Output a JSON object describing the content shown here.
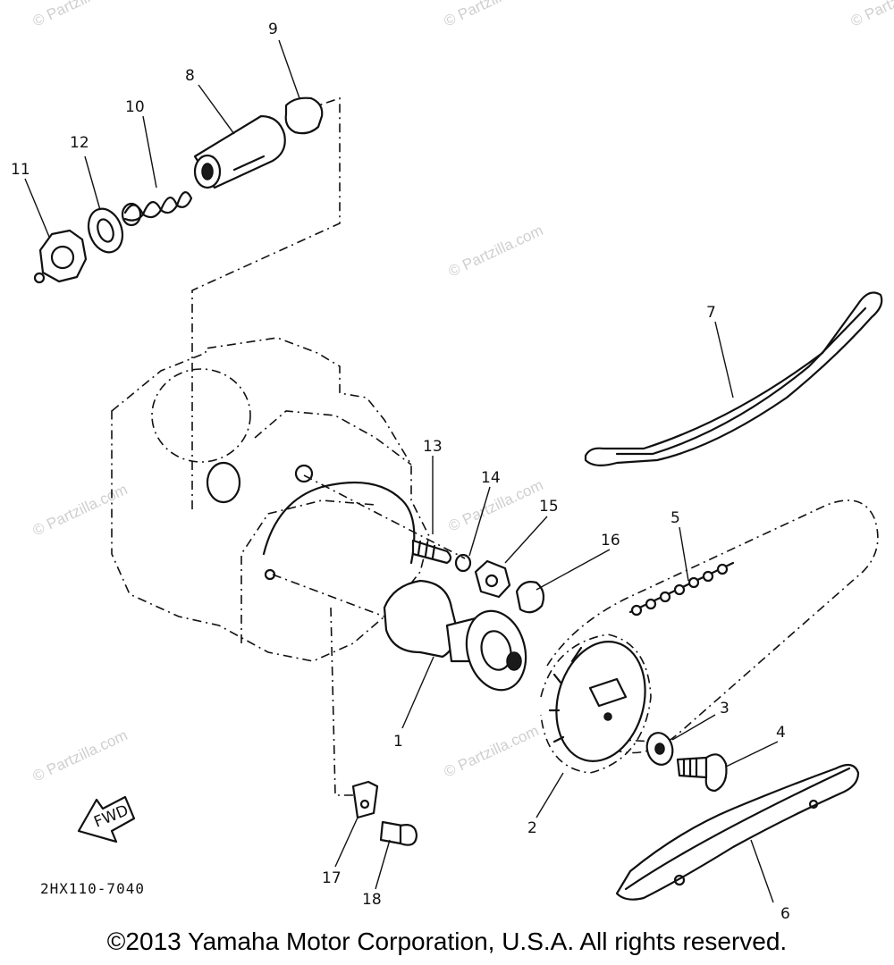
{
  "diagram": {
    "drawing_code": "2HX110-7040",
    "copyright": "©2013 Yamaha Motor Corporation, U.S.A. All rights reserved.",
    "fwd_label": "FWD",
    "watermark_text": "© Partzilla.com",
    "callouts": [
      {
        "id": "1",
        "label": "1"
      },
      {
        "id": "2",
        "label": "2"
      },
      {
        "id": "3",
        "label": "3"
      },
      {
        "id": "4",
        "label": "4"
      },
      {
        "id": "5",
        "label": "5"
      },
      {
        "id": "6",
        "label": "6"
      },
      {
        "id": "7",
        "label": "7"
      },
      {
        "id": "8",
        "label": "8"
      },
      {
        "id": "9",
        "label": "9"
      },
      {
        "id": "10",
        "label": "10"
      },
      {
        "id": "11",
        "label": "11"
      },
      {
        "id": "12",
        "label": "12"
      },
      {
        "id": "13",
        "label": "13"
      },
      {
        "id": "14",
        "label": "14"
      },
      {
        "id": "15",
        "label": "15"
      },
      {
        "id": "16",
        "label": "16"
      },
      {
        "id": "17",
        "label": "17"
      },
      {
        "id": "18",
        "label": "18"
      }
    ]
  }
}
